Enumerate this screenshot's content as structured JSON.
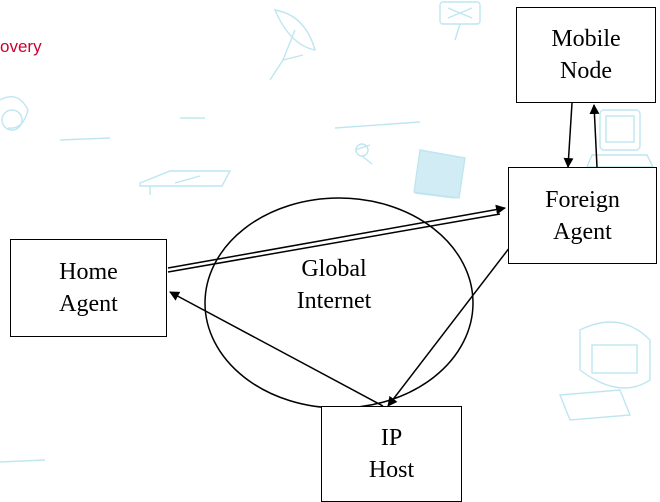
{
  "slide": {
    "corner_title": "overy"
  },
  "nodes": {
    "mobile_node": {
      "line1": "Mobile",
      "line2": "Node"
    },
    "foreign_agent": {
      "line1": "Foreign",
      "line2": "Agent"
    },
    "home_agent": {
      "line1": "Home",
      "line2": "Agent"
    },
    "ip_host": {
      "line1": "IP",
      "line2": "Host"
    },
    "internet": {
      "line1": "Global",
      "line2": "Internet"
    }
  },
  "colors": {
    "title": "#cc0033",
    "decor": "#b8e4f0",
    "ink": "#000000"
  },
  "decorations": [
    "satellite-dish-icon",
    "satellite-icon",
    "building-icon",
    "monitor-icon",
    "laptop-icon",
    "computer-icon",
    "person-icon"
  ]
}
